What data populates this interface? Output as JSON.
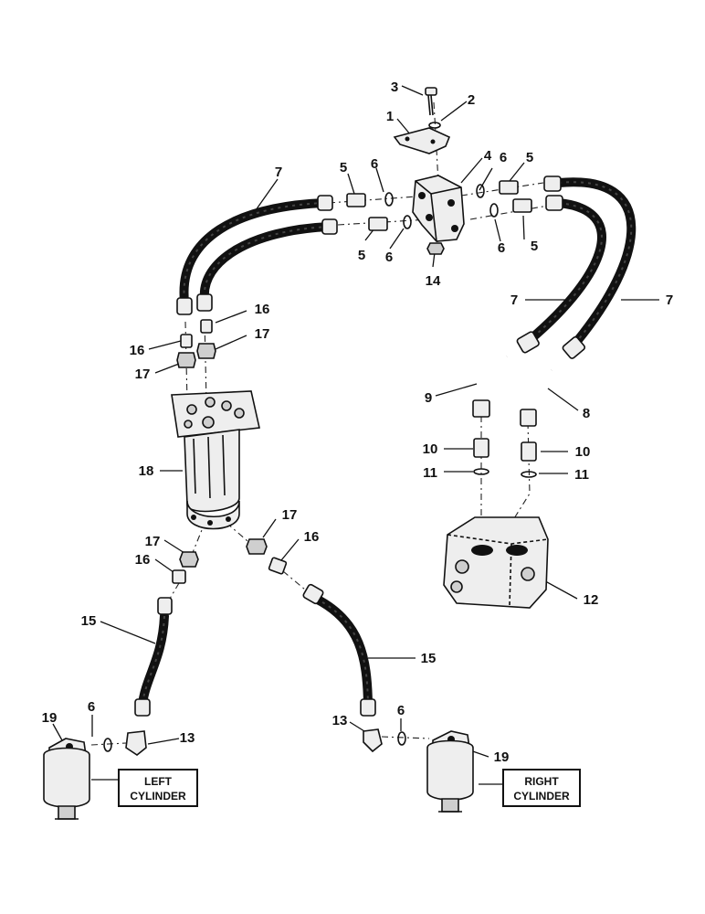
{
  "callouts": [
    {
      "id": "c2",
      "text": "2"
    },
    {
      "id": "c3",
      "text": "3"
    },
    {
      "id": "c1",
      "text": "1"
    },
    {
      "id": "c4",
      "text": "4"
    },
    {
      "id": "c6a",
      "text": "6"
    },
    {
      "id": "c5a",
      "text": "5"
    },
    {
      "id": "c7a",
      "text": "7"
    },
    {
      "id": "c5b",
      "text": "5"
    },
    {
      "id": "c6b",
      "text": "6"
    },
    {
      "id": "c5c",
      "text": "5"
    },
    {
      "id": "c6c",
      "text": "6"
    },
    {
      "id": "c6d",
      "text": "6"
    },
    {
      "id": "c5d",
      "text": "5"
    },
    {
      "id": "c14",
      "text": "14"
    },
    {
      "id": "c7b",
      "text": "7"
    },
    {
      "id": "c7c",
      "text": "7"
    },
    {
      "id": "c16a",
      "text": "16"
    },
    {
      "id": "c16b",
      "text": "16"
    },
    {
      "id": "c17a",
      "text": "17"
    },
    {
      "id": "c17b",
      "text": "17"
    },
    {
      "id": "c9",
      "text": "9"
    },
    {
      "id": "c8",
      "text": "8"
    },
    {
      "id": "c18",
      "text": "18"
    },
    {
      "id": "c10a",
      "text": "10"
    },
    {
      "id": "c10b",
      "text": "10"
    },
    {
      "id": "c11a",
      "text": "11"
    },
    {
      "id": "c11b",
      "text": "11"
    },
    {
      "id": "c17c",
      "text": "17"
    },
    {
      "id": "c17d",
      "text": "17"
    },
    {
      "id": "c16c",
      "text": "16"
    },
    {
      "id": "c16d",
      "text": "16"
    },
    {
      "id": "c12",
      "text": "12"
    },
    {
      "id": "c15a",
      "text": "15"
    },
    {
      "id": "c15b",
      "text": "15"
    },
    {
      "id": "c19a",
      "text": "19"
    },
    {
      "id": "c6e",
      "text": "6"
    },
    {
      "id": "c13a",
      "text": "13"
    },
    {
      "id": "c13b",
      "text": "13"
    },
    {
      "id": "c6f",
      "text": "6"
    },
    {
      "id": "c19b",
      "text": "19"
    }
  ],
  "labels": {
    "left_cylinder": [
      "LEFT",
      "CYLINDER"
    ],
    "right_cylinder": [
      "RIGHT",
      "CYLINDER"
    ]
  },
  "colors": {
    "ink": "#111111",
    "paper": "#ffffff"
  }
}
